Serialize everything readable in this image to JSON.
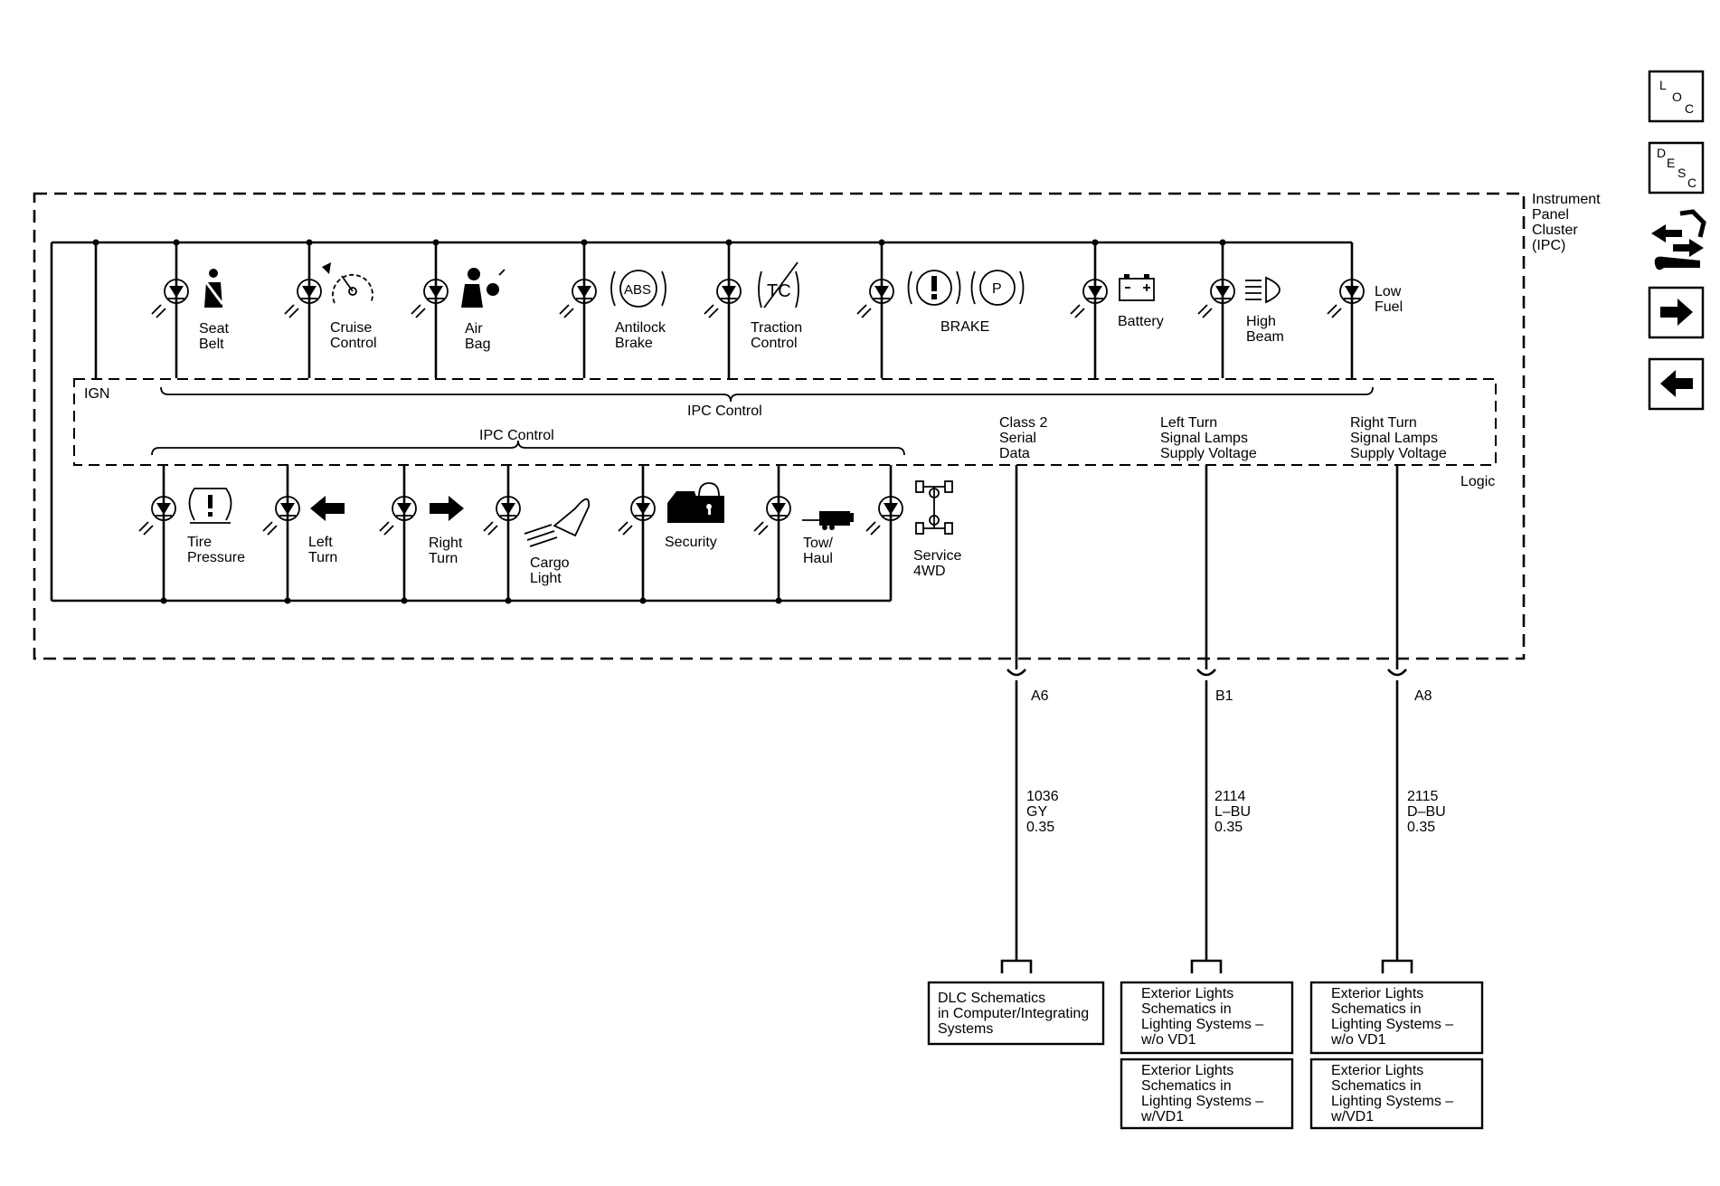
{
  "module": {
    "name": [
      "Instrument",
      "Panel",
      "Cluster",
      "(IPC)"
    ],
    "ign": "IGN",
    "logic": "Logic",
    "ipc_control": "IPC Control"
  },
  "nav": {
    "loc": [
      "L",
      "O",
      "C"
    ],
    "desc": [
      "D",
      "E",
      "S",
      "C"
    ]
  },
  "top_lamps": [
    {
      "label": [
        "Seat",
        "Belt"
      ],
      "icon": "seatbelt-icon"
    },
    {
      "label": [
        "Cruise",
        "Control"
      ],
      "icon": "speedometer-icon"
    },
    {
      "label": [
        "Air",
        "Bag"
      ],
      "icon": "airbag-icon"
    },
    {
      "label": [
        "Antilock",
        "Brake"
      ],
      "icon": "abs-icon",
      "icon_text": "ABS"
    },
    {
      "label": [
        "Traction",
        "Control"
      ],
      "icon": "traction-control-icon",
      "icon_text": "TC"
    },
    {
      "label": [
        "BRAKE"
      ],
      "icon": "brake-icon",
      "icon_text": "P"
    },
    {
      "label": [
        "Battery"
      ],
      "icon": "battery-icon"
    },
    {
      "label": [
        "High",
        "Beam"
      ],
      "icon": "high-beam-icon"
    },
    {
      "label": [
        "Low",
        "Fuel"
      ],
      "icon": "none"
    }
  ],
  "bottom_lamps": [
    {
      "label": [
        "Tire",
        "Pressure"
      ],
      "icon": "tire-pressure-icon"
    },
    {
      "label": [
        "Left",
        "Turn"
      ],
      "icon": "arrow-left-icon"
    },
    {
      "label": [
        "Right",
        "Turn"
      ],
      "icon": "arrow-right-icon"
    },
    {
      "label": [
        "Cargo",
        "Light"
      ],
      "icon": "cargo-light-icon"
    },
    {
      "label": [
        "Security"
      ],
      "icon": "security-car-icon"
    },
    {
      "label": [
        "Tow/",
        "Haul"
      ],
      "icon": "tow-haul-icon"
    },
    {
      "label": [
        "Service",
        "4WD"
      ],
      "icon": "4wd-icon"
    }
  ],
  "circuits": [
    {
      "signal": [
        "Class 2",
        "Serial",
        "Data"
      ],
      "pin": "A6",
      "wire": [
        "1036",
        "GY",
        "0.35"
      ],
      "refs": [
        [
          "DLC Schematics",
          "in Computer/Integrating",
          "Systems"
        ]
      ]
    },
    {
      "signal": [
        "Left Turn",
        "Signal Lamps",
        "Supply Voltage"
      ],
      "pin": "B1",
      "wire": [
        "2114",
        "L–BU",
        "0.35"
      ],
      "refs": [
        [
          "Exterior Lights",
          "Schematics in",
          "Lighting Systems –",
          "w/o VD1"
        ],
        [
          "Exterior Lights",
          "Schematics in",
          "Lighting Systems –",
          "w/VD1"
        ]
      ]
    },
    {
      "signal": [
        "Right Turn",
        "Signal Lamps",
        "Supply Voltage"
      ],
      "pin": "A8",
      "wire": [
        "2115",
        "D–BU",
        "0.35"
      ],
      "refs": [
        [
          "Exterior Lights",
          "Schematics in",
          "Lighting Systems –",
          "w/o VD1"
        ],
        [
          "Exterior Lights",
          "Schematics in",
          "Lighting Systems –",
          "w/VD1"
        ]
      ]
    }
  ]
}
